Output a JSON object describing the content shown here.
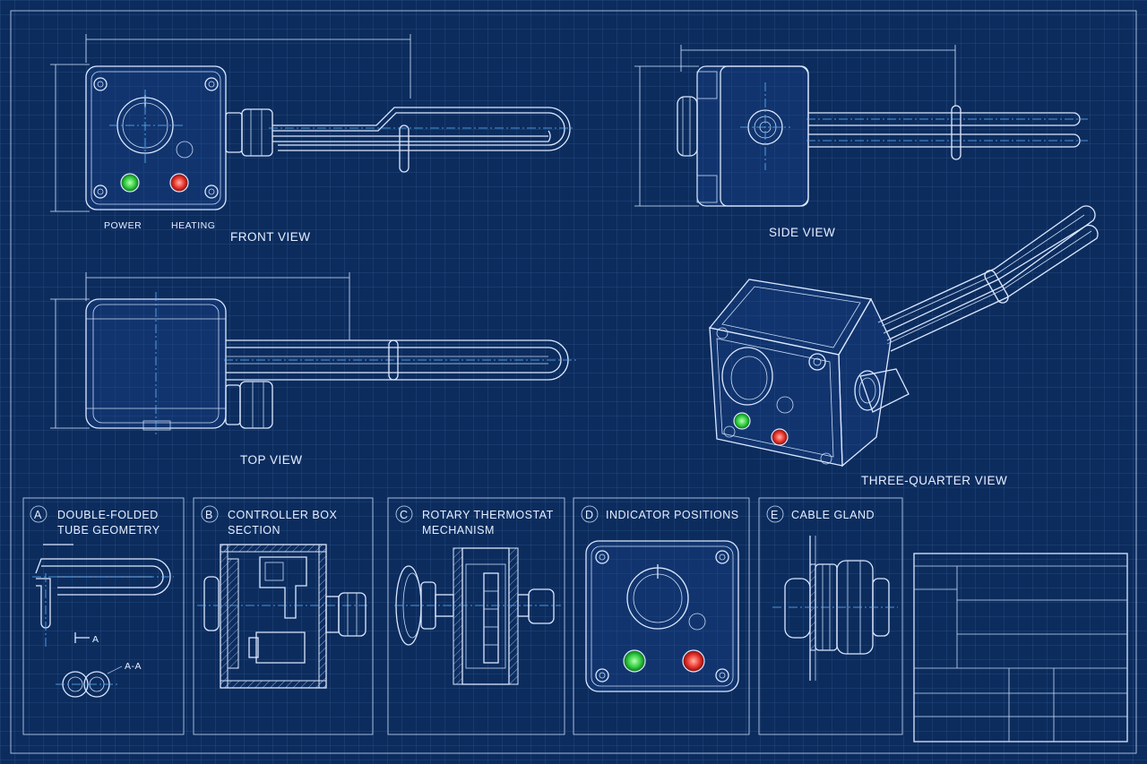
{
  "colors": {
    "background": "#0c2c5e",
    "line": "#dce8ff",
    "centerline": "#5fb6ff",
    "power_led": "#2ecc40",
    "heating_led": "#e8322a"
  },
  "views": {
    "front": "FRONT VIEW",
    "side": "SIDE VIEW",
    "top": "TOP VIEW",
    "three_quarter": "THREE-QUARTER VIEW"
  },
  "indicators": {
    "power": "POWER",
    "heating": "HEATING"
  },
  "panels": [
    {
      "letter": "A",
      "title_line1": "DOUBLE-FOLDED",
      "title_line2": "TUBE GEOMETRY"
    },
    {
      "letter": "B",
      "title_line1": "CONTROLLER BOX",
      "title_line2": "SECTION"
    },
    {
      "letter": "C",
      "title_line1": "ROTARY THERMOSTAT",
      "title_line2": "MECHANISM"
    },
    {
      "letter": "D",
      "title_line1": "INDICATOR POSITIONS",
      "title_line2": ""
    },
    {
      "letter": "E",
      "title_line1": "CABLE GLAND",
      "title_line2": ""
    }
  ],
  "section_markers": {
    "cut": "A",
    "section": "A-A"
  }
}
